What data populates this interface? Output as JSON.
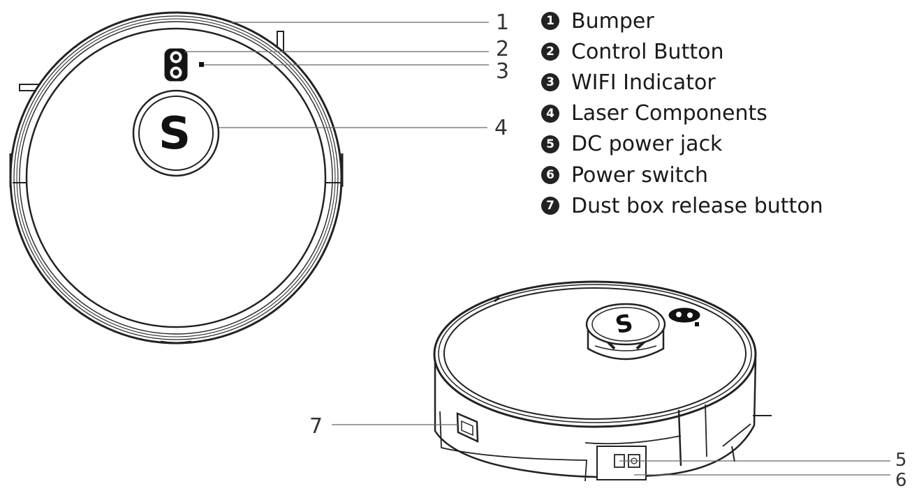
{
  "legend": [
    {
      "num": "1",
      "label": "Bumper"
    },
    {
      "num": "2",
      "label": "Control Button"
    },
    {
      "num": "3",
      "label": "WIFI Indicator"
    },
    {
      "num": "4",
      "label": "Laser Components"
    },
    {
      "num": "5",
      "label": "DC power jack"
    },
    {
      "num": "6",
      "label": "Power switch"
    },
    {
      "num": "7",
      "label": "Dust box release button"
    }
  ],
  "callouts": {
    "c1": "1",
    "c2": "2",
    "c3": "3",
    "c4": "4",
    "c5": "5",
    "c6": "6",
    "c7": "7"
  },
  "logo_text": "S"
}
